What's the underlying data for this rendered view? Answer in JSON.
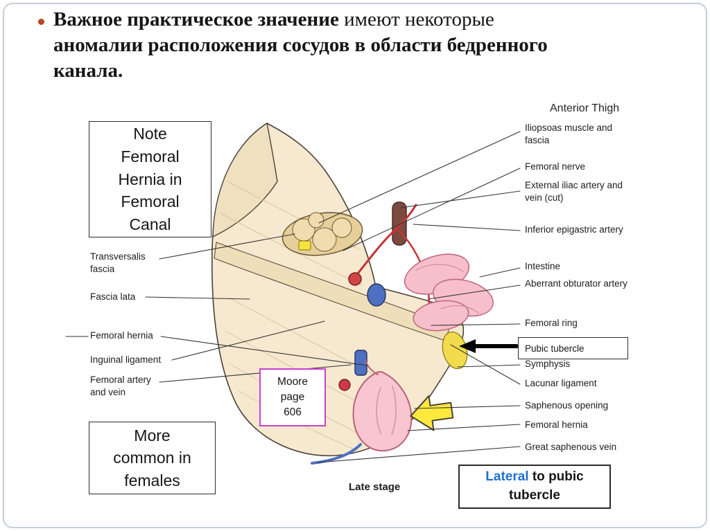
{
  "title": {
    "bold1": "Важное практическое значение",
    "regular": " имеют некоторые ",
    "bold2": "аномалии расположения сосудов в области бедренного канала."
  },
  "figure": {
    "heading": "Anterior Thigh",
    "note_box": "Note Femoral Hernia in Femoral Canal",
    "more_box": "More common in females",
    "moore_box": "Moore page 606",
    "late_stage": "Late stage",
    "left_labels": [
      "Transversalis fascia",
      "Fascia lata",
      "Femoral hernia",
      "Inguinal ligament",
      "Femoral artery and vein"
    ],
    "right_labels": [
      "Iliopsoas muscle and fascia",
      "Femoral nerve",
      "External iliac artery and vein (cut)",
      "Inferior epigastric artery",
      "Intestine",
      "Aberrant obturator artery",
      "Femoral ring",
      "Pubic tubercle",
      "Symphysis",
      "Lacunar ligament",
      "Saphenous opening",
      "Femoral hernia",
      "Great saphenous vein"
    ],
    "lateral_box": {
      "highlight": "Lateral",
      "rest": " to pubic tubercle"
    }
  },
  "colors": {
    "bullet": "#b5491f",
    "accent_blue": "#1a6fd4",
    "moore_border": "#cc3fcc",
    "body_fill": "#f6e9cf",
    "intestine_pink": "#f7bfcb",
    "hernia_pink": "#f8c6d0",
    "artery_red": "#c63333",
    "vein_blue": "#4f6fc2",
    "arrow_yellow": "#ffe93d"
  }
}
